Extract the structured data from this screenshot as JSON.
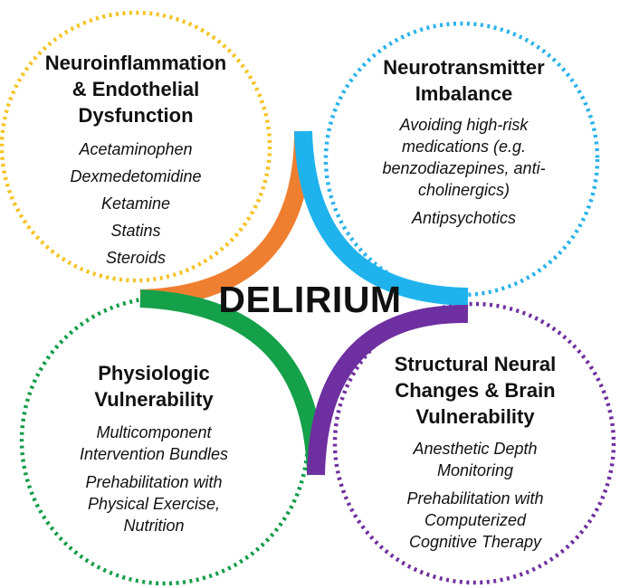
{
  "center": {
    "label": "DELIRIUM"
  },
  "colors": {
    "top_left": "#f5c220",
    "top_right": "#2ab2ea",
    "bottom_left": "#149c48",
    "bottom_right": "#7030a0",
    "arc_orange": "#ef7f30",
    "arc_blue": "#1fb3ee",
    "arc_green": "#15a04a",
    "arc_purple": "#6e2fa0"
  },
  "circles": {
    "top_left": {
      "title": [
        "Neuroinflammation",
        "& Endothelial",
        "Dysfunction"
      ],
      "items": [
        "Acetaminophen",
        "Dexmedetomidine",
        "Ketamine",
        "Statins",
        "Steroids"
      ]
    },
    "top_right": {
      "title": [
        "Neurotransmitter",
        "Imbalance"
      ],
      "items": [
        "Avoiding high-risk",
        "medications (e.g.",
        "benzodiazepines, anti-",
        "cholinergics)"
      ],
      "items2": [
        "Antipsychotics"
      ]
    },
    "bottom_left": {
      "title": [
        "Physiologic",
        "Vulnerability"
      ],
      "items": [
        "Multicomponent",
        "Intervention Bundles"
      ],
      "items2": [
        "Prehabilitation with",
        "Physical Exercise,",
        "Nutrition"
      ]
    },
    "bottom_right": {
      "title": [
        "Structural Neural",
        "Changes & Brain",
        "Vulnerability"
      ],
      "items": [
        "Anesthetic Depth",
        "Monitoring"
      ],
      "items2": [
        "Prehabilitation with",
        "Computerized",
        "Cognitive Therapy"
      ]
    }
  }
}
